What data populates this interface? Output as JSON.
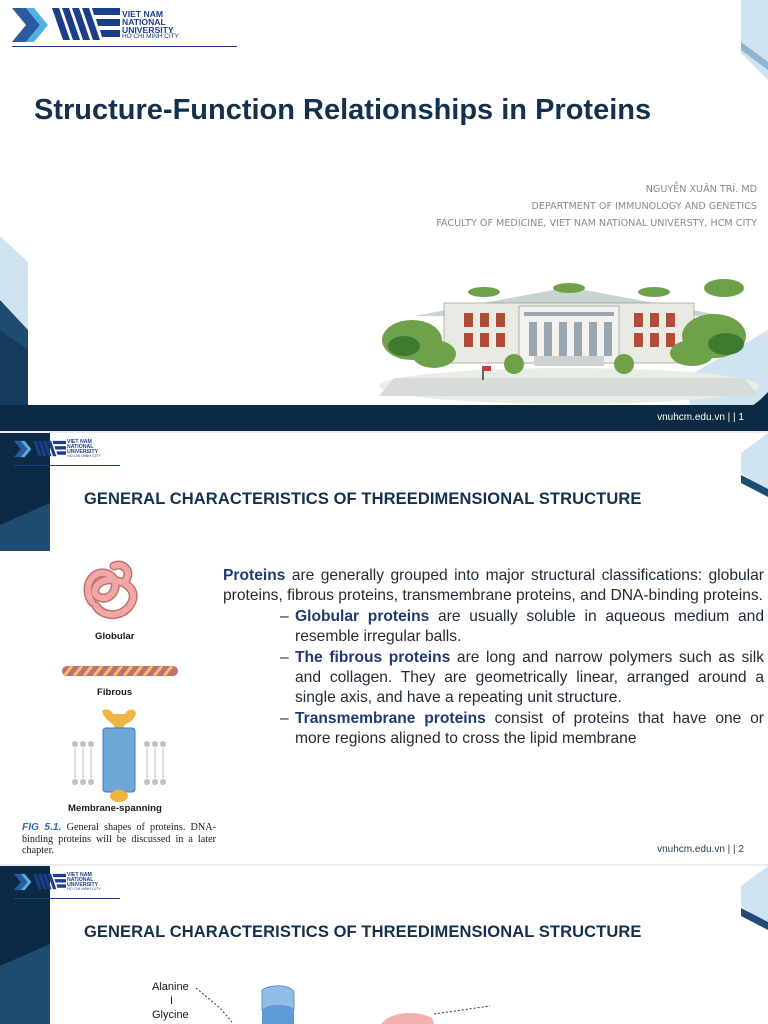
{
  "logo": {
    "line1": "VIET NAM",
    "line2": "NATIONAL",
    "line3": "UNIVERSITY",
    "line4": "HO CHI MINH CITY"
  },
  "slide1": {
    "title": "Structure-Function Relationships in Proteins",
    "author": [
      "NGUYỄN XUÂN TRÍ. MD",
      "DEPARTMENT OF IMMUNOLOGY AND GENETICS",
      "FACULTY OF MEDICINE, VIET NAM NATIONAL UNIVERSTY, HCM CITY"
    ],
    "footer": "vnuhcm.edu.vn |   | 1"
  },
  "slide2": {
    "heading": "GENERAL CHARACTERISTICS OF THREEDIMENSIONAL STRUCTURE",
    "intro_bold": "Proteins",
    "intro_rest": " are generally grouped into major structural classifications: globular proteins, fibrous proteins, transmembrane proteins, and DNA-binding proteins.",
    "bullets": [
      {
        "bold": "Globular proteins",
        "rest": " are usually soluble in aqueous medium and resemble irregular balls."
      },
      {
        "bold": "The fibrous proteins",
        "rest": " are long and narrow polymers such as silk and collagen. They are geometrically linear, arranged around a single axis, and have a repeating unit structure."
      },
      {
        "bold": "Transmembrane proteins",
        "rest": " consist of proteins that have one or more regions aligned to cross the lipid membrane"
      }
    ],
    "figure": {
      "label_globular": "Globular",
      "label_fibrous": "Fibrous",
      "label_membrane": "Membrane-spanning",
      "caption_num": "FIG 5.1.",
      "caption_text": " General shapes of proteins. DNA-binding proteins will be discussed in a later chapter."
    },
    "footer": "vnuhcm.edu.vn |   | 2"
  },
  "slide3": {
    "heading": "GENERAL CHARACTERISTICS OF THREEDIMENSIONAL STRUCTURE",
    "label_alanine": "Alanine",
    "label_bar": "I",
    "label_glycine": "Glycine"
  },
  "colors": {
    "navy": "#0d2a44",
    "title": "#13314f",
    "logo_blue": "#1b3e8c",
    "light_blue": "#cfe3f1"
  }
}
